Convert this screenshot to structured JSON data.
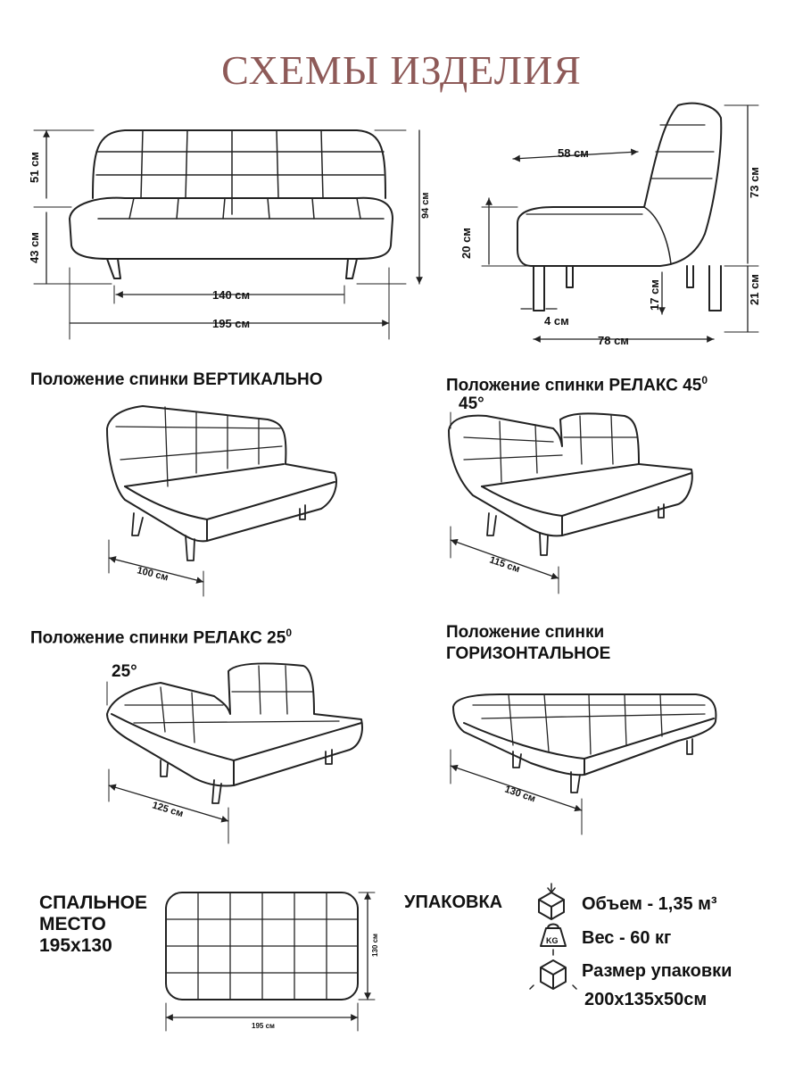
{
  "title": "СХЕМЫ ИЗДЕЛИЯ",
  "front_view": {
    "back_height": "51 см",
    "seat_height": "43 см",
    "total_height": "94 см",
    "inner_width": "140 см",
    "total_width": "195 см"
  },
  "side_view": {
    "seat_depth": "58 см",
    "seat_height": "20 см",
    "back_height": "73 см",
    "leg_height": "17 см",
    "total_leg": "21 см",
    "leg_offset": "4 см",
    "depth": "78 см"
  },
  "positions": [
    {
      "title": "Положение спинки ВЕРТИКАЛЬНО",
      "angle": "",
      "dimension": "100 см"
    },
    {
      "title": "Положение спинки РЕЛАКС 45",
      "sup": "0",
      "angle": "45°",
      "dimension": "115 см"
    },
    {
      "title": "Положение спинки РЕЛАКС 25",
      "sup": "0",
      "angle": "25°",
      "dimension": "125 см"
    },
    {
      "title_line1": "Положение спинки",
      "title_line2": "ГОРИЗОНТАЛЬНОЕ",
      "angle": "",
      "dimension": "130 см"
    }
  ],
  "sleeping": {
    "line1": "СПАЛЬНОЕ",
    "line2": "МЕСТО",
    "line3": "195x130",
    "width": "195 см",
    "depth": "130 см"
  },
  "packaging": {
    "heading": "УПАКОВКА",
    "volume": "Объем - 1,35 м³",
    "weight": "Вес - 60 кг",
    "size_label": "Размер упаковки",
    "size_value": "200x135x50см",
    "kg_badge": "KG"
  },
  "colors": {
    "title": "#8e5a58",
    "lines": "#222222"
  }
}
